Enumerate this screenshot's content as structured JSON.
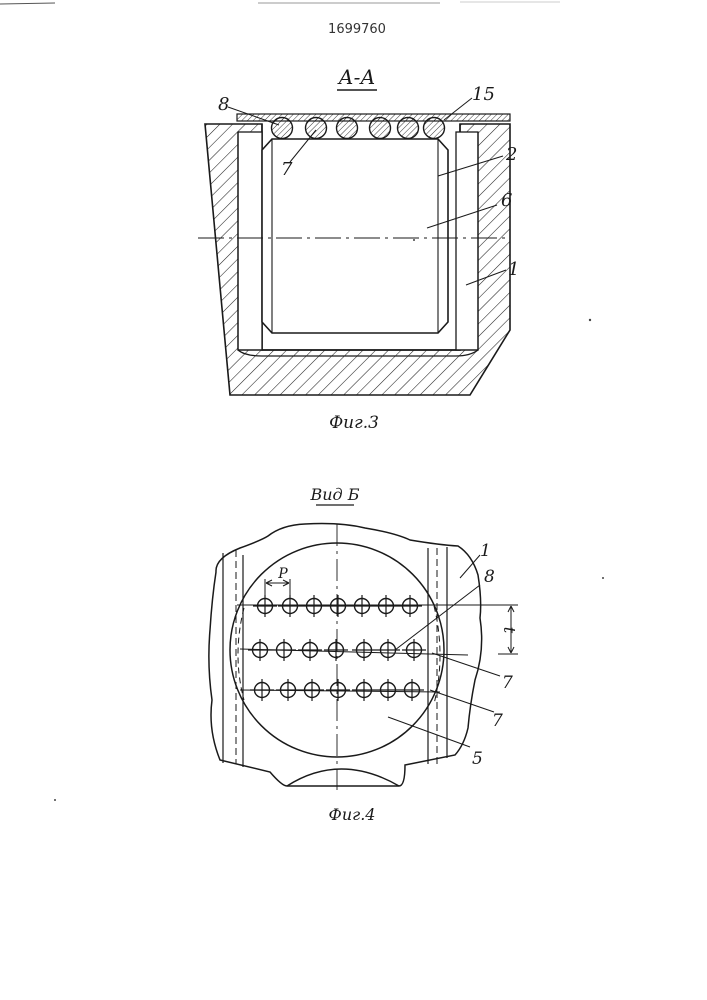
{
  "patent_number": "1699760",
  "fig3": {
    "section_title": "А-А",
    "caption": "Фиг.3",
    "labels": {
      "l8": "8",
      "l15": "15",
      "l7": "7",
      "l2": "2",
      "l6": "6",
      "l1": "1"
    }
  },
  "fig4": {
    "view_title": "Вид Б",
    "caption": "Фиг.4",
    "labels": {
      "lP": "P",
      "lt": "t",
      "l1": "1",
      "l8": "8",
      "l7a": "7",
      "l7b": "7",
      "l5": "5"
    }
  }
}
